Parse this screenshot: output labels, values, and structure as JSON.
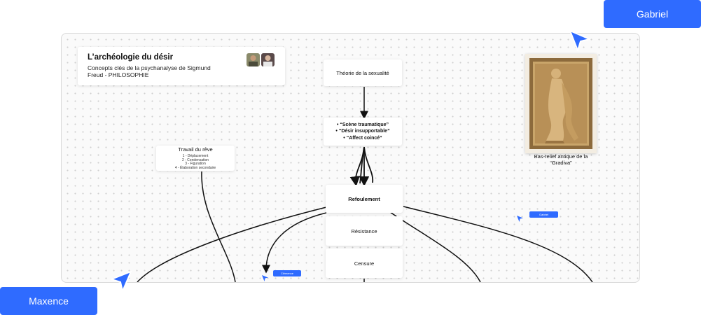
{
  "board": {
    "title": "L’archéologie du désir",
    "subtitle": "Concepts clés de la psychanalyse de Sigmund Freud - PHILOSOPHIE",
    "nodes": {
      "theorie": "Théorie de la sexualité",
      "scene_items": [
        "“Scène traumatique”",
        "“Désir insupportable”",
        "“Affect coincé”"
      ],
      "refoulement": "Refoulement",
      "resistance": "Résistance",
      "censure": "Censure",
      "travail_title": "Travail du rêve",
      "travail_items": [
        "1 - Déplacement",
        "2 - Condensation",
        "3 - Figuration",
        "4 - Élaboration secondaire"
      ]
    },
    "image_caption": "Bas-relief antique de la “Gradiva”",
    "mini_cursors": {
      "clemence": "Clémence",
      "gabriel": "Gabriel"
    }
  },
  "collaborators": {
    "gabriel": "Gabriel",
    "maxence": "Maxence"
  },
  "colors": {
    "accent": "#2f6bff",
    "canvas": "#fafafa",
    "connector": "#111111"
  },
  "icons": {
    "cursor": "pointer-arrow-icon"
  }
}
